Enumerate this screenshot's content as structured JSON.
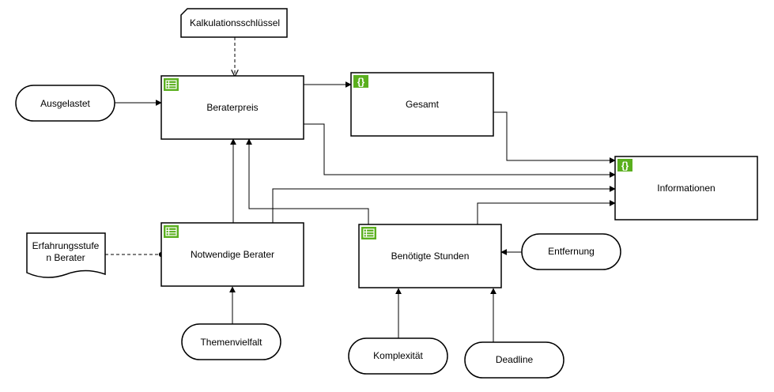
{
  "nodes": {
    "kalkulation": "Kalkulationsschlüssel",
    "ausgelastet": "Ausgelastet",
    "beraterpreis": "Beraterpreis",
    "gesamt": "Gesamt",
    "informationen": "Informationen",
    "erfahrung_line1": "Erfahrungsstufe",
    "erfahrung_line2": "n Berater",
    "notwendige": "Notwendige Berater",
    "benoetigte": "Benötigte Stunden",
    "entfernung": "Entfernung",
    "themenvielfalt": "Themenvielfalt",
    "komplexitaet": "Komplexität",
    "deadline": "Deadline"
  },
  "colors": {
    "stroke": "#000000",
    "badge": "#5aaf1e",
    "background": "#ffffff"
  },
  "icons": {
    "table": "table-icon",
    "braces": "braces-icon"
  }
}
